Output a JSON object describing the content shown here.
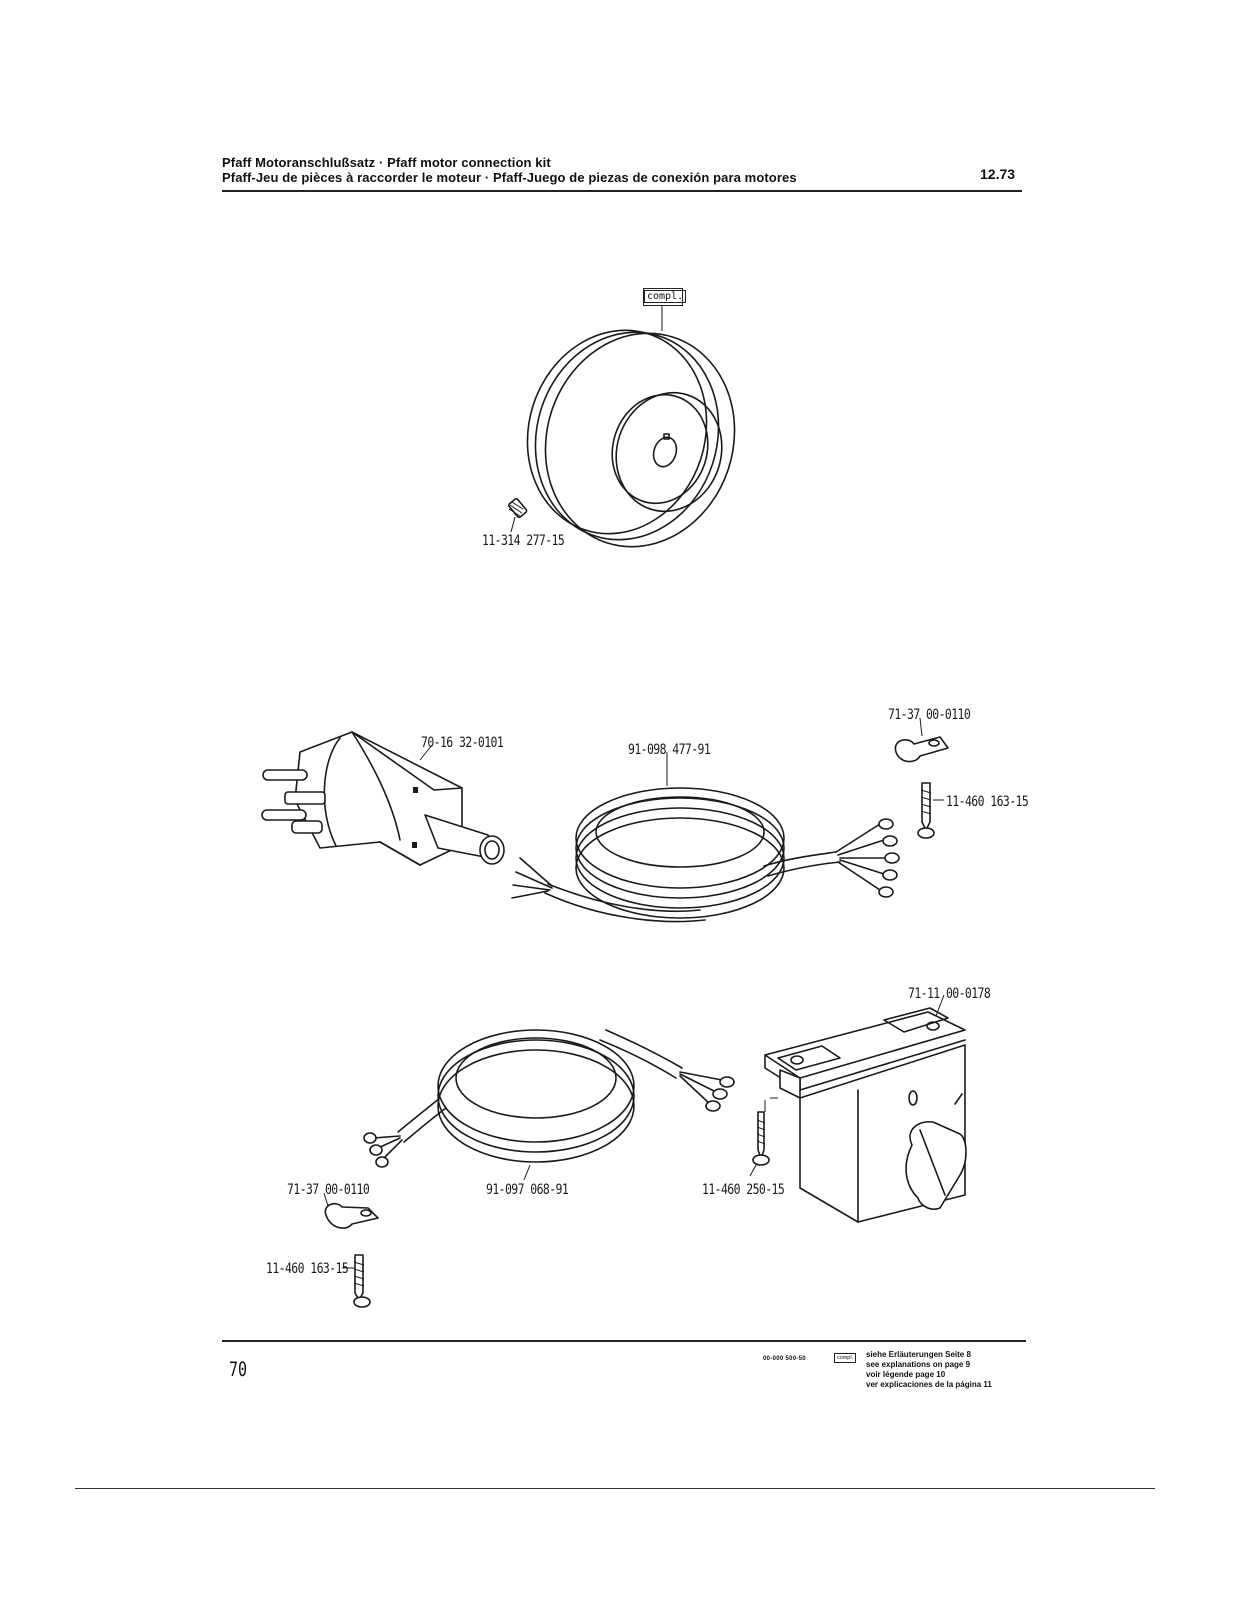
{
  "header": {
    "title_line1": "Pfaff Motoranschlußsatz · Pfaff motor connection kit",
    "title_line2": "Pfaff-Jeu de pièces à raccorder le moteur · Pfaff-Juego de piezas de conexión para motores",
    "edition": "12.73"
  },
  "parts": {
    "compl_marker": "compl.",
    "set_screw": "11-314 277-15",
    "plug": "70-16 32-0101",
    "cable_long": "91-098 477-91",
    "clamp_top": "71-37 00-0110",
    "screw_top": "11-460 163-15",
    "switch": "71-11 00-0178",
    "cable_short": "91-097 068-91",
    "screw_switch": "11-460 250-15",
    "clamp_bottom": "71-37 00-0110",
    "screw_bottom": "11-460 163-15"
  },
  "footer": {
    "page_number": "70",
    "ref_code": "00-000 500-50",
    "ref_box": "compl.",
    "notes": [
      "siehe Erläuterungen Seite 8",
      "see explanations on page 9",
      "voir légende page 10",
      "ver explicaciones de la página 11"
    ]
  }
}
